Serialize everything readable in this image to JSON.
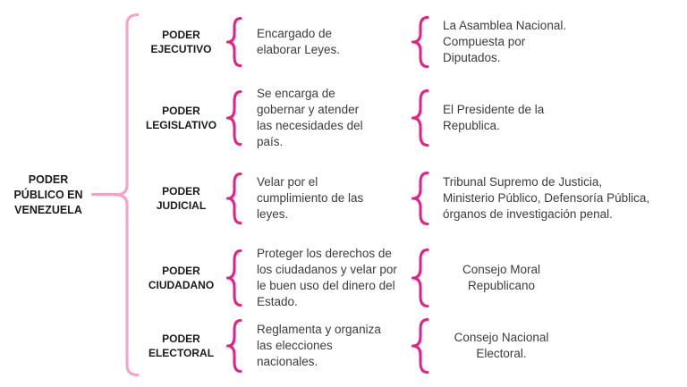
{
  "colors": {
    "brace_main": "#f8a0c8",
    "brace_accent": "#ee1a87",
    "label_text": "#1a1a1a",
    "body_text": "#3c3c3c"
  },
  "root": {
    "title": "PODER\nPÚBLICO EN\nVENEZUELA"
  },
  "rows": [
    {
      "label": "PODER\nEJECUTIVO",
      "description": "Encargado de\nelaborar Leyes.",
      "institution": "La Asamblea Nacional.\nCompuesta por\nDiputados."
    },
    {
      "label": "PODER\nLEGISLATIVO",
      "description": "Se encarga de\ngobernar y atender\nlas necesidades del\npaís.",
      "institution": "El Presidente de la\nRepublica."
    },
    {
      "label": "PODER\nJUDICIAL",
      "description": "Velar por el\ncumplimiento de las\nleyes.",
      "institution": "Tribunal Supremo de Justicia,\nMinisterio Público, Defensoría Pública,\nórganos de investigación penal."
    },
    {
      "label": "PODER\nCIUDADANO",
      "description": "Proteger los derechos de\nlos ciudadanos y velar por\nle buen uso del dinero del\nEstado.",
      "institution": "Consejo Moral\nRepublicano"
    },
    {
      "label": "PODER\nELECTORAL",
      "description": "Reglamenta y organiza\nlas elecciones\nnacionales.",
      "institution": "Consejo Nacional\nElectoral."
    }
  ]
}
